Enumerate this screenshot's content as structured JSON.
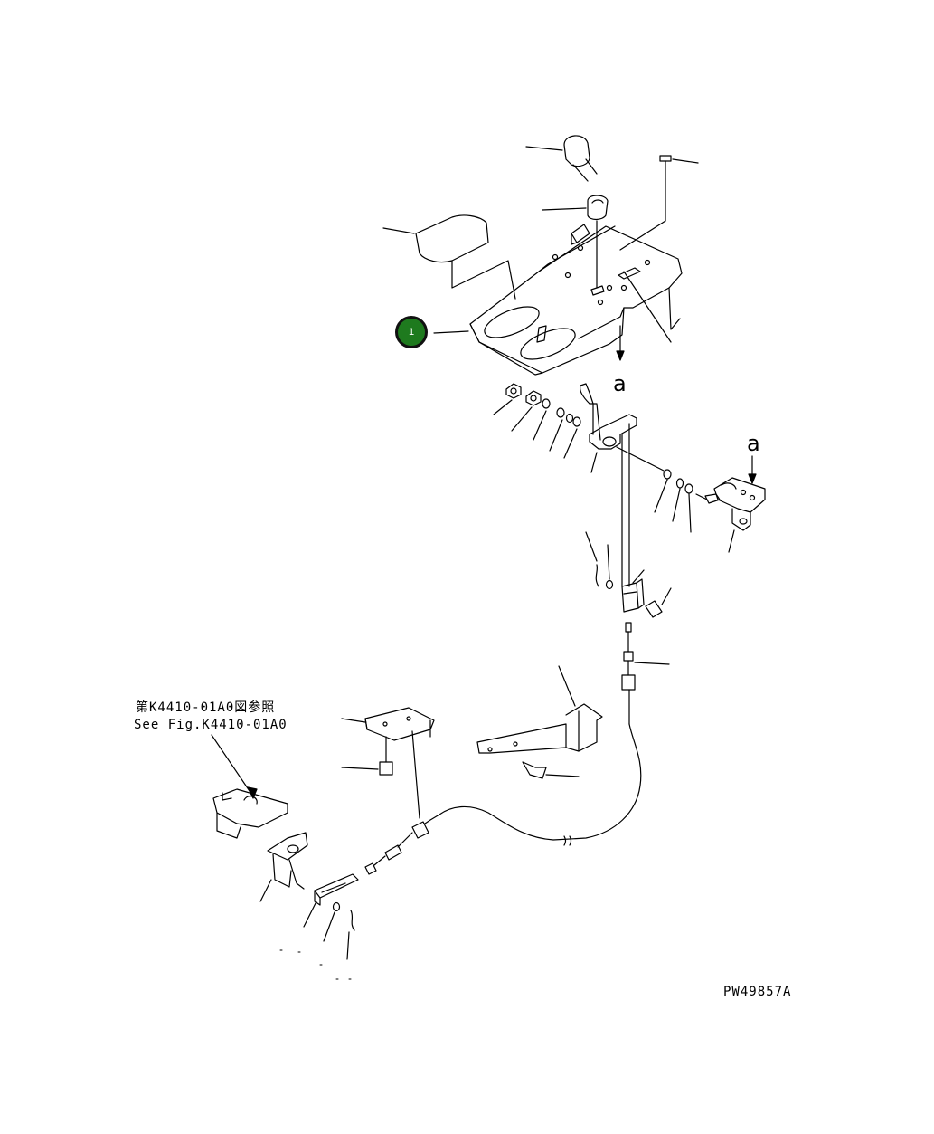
{
  "callout": {
    "number": "1",
    "color": "#1e7a1e"
  },
  "reference_note": {
    "line_jp": "第K4410-01A0図参照",
    "line_en": "See Fig.K4410-01A0"
  },
  "view_markers": {
    "a_top": "a",
    "a_right": "a"
  },
  "drawing_code": "PW49857A"
}
